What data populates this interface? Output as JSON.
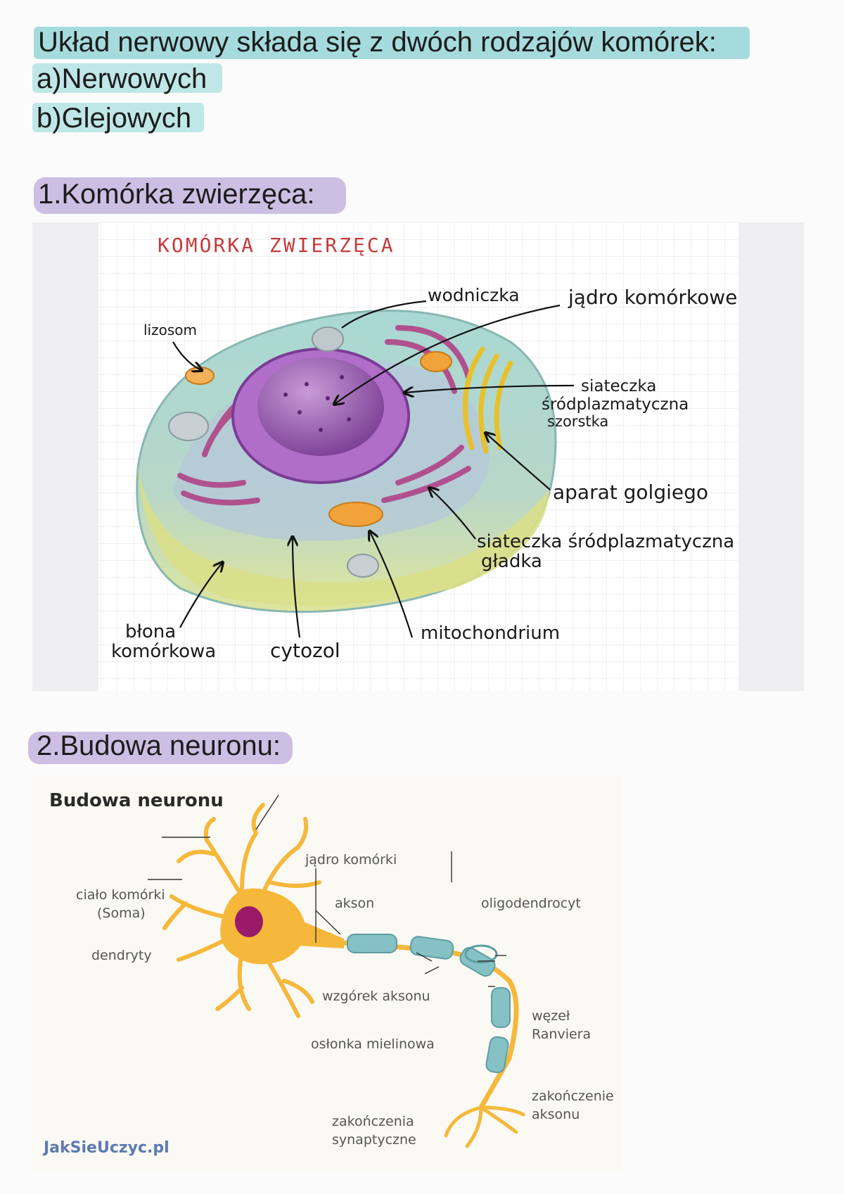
{
  "heading": {
    "intro": "Układ nerwowy składa się z dwóch rodzajów komórek:",
    "item_a": "a)Nerwowych",
    "item_b": "b)Glejowych"
  },
  "section1": {
    "title": "1.Komórka zwierzęca:",
    "figure": {
      "title": "KOMÓRKA ZWIERZĘCA",
      "labels": {
        "wodniczka": "wodniczka",
        "jadro": "jądro komórkowe",
        "lizosom": "lizosom",
        "siateczka_szorstka_1": "siateczka",
        "siateczka_szorstka_2": "śródplazmatyczna",
        "siateczka_szorstka_3": "szorstka",
        "aparat_golgiego": "aparat golgiego",
        "siateczka_gladka_1": "siateczka śródplazmatyczna",
        "siateczka_gladka_2": "gładka",
        "mitochondrium": "mitochondrium",
        "blona_1": "błona",
        "blona_2": "komórkowa",
        "cytozol": "cytozol"
      }
    }
  },
  "section2": {
    "title": "2.Budowa neuronu:",
    "figure": {
      "title": "Budowa neuronu",
      "labels": {
        "jadro_komorki": "jądro komórki",
        "cialo_1": "ciało komórki",
        "cialo_2": "(Soma)",
        "akson": "akson",
        "oligodendrocyt": "oligodendrocyt",
        "dendryty": "dendryty",
        "wzgorek": "wzgórek aksonu",
        "wezel_1": "węzeł",
        "wezel_2": "Ranviera",
        "oslonka": "osłonka mielinowa",
        "zakonczenie_1": "zakończenie",
        "zakonczenie_2": "aksonu",
        "synapt_1": "zakończenia",
        "synapt_2": "synaptyczne"
      },
      "brand": "JakSieUczyc.pl"
    }
  },
  "colors": {
    "highlight_teal": "#a6dbdd",
    "highlight_purple": "#cdbfe3",
    "figure_title_red": "#c63b3b",
    "neuron_yellow": "#f5b83a",
    "myelin_teal": "#86c2c5",
    "nucleus_magenta": "#9a1a6a",
    "brand_blue": "#5d7bb0"
  }
}
